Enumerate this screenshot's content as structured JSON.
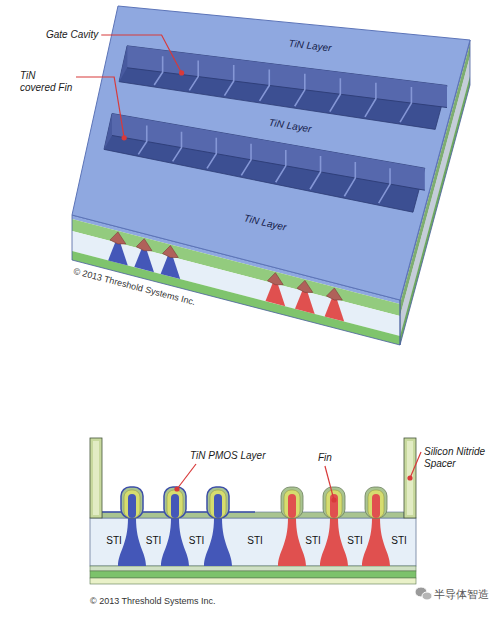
{
  "diagram": {
    "labels": [
      "Gate Cavity",
      "TiN covered Fin",
      "TiN Layer",
      "TiN Layer",
      "TiN Layer",
      "© 2013 Threshold Systems Inc.",
      "TiN PMOS Layer",
      "Fin",
      "Silicon Nitride Spacer",
      "STI",
      "STI",
      "STI",
      "STI",
      "STI",
      "STI",
      "STI",
      "© 2013 Threshold Systems Inc.",
      "半导体智造"
    ]
  }
}
